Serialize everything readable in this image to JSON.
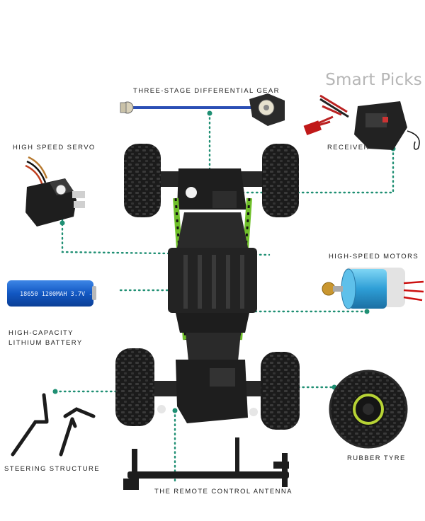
{
  "brand": "Smart Picks",
  "labels": {
    "diff_gear": "THREE-STAGE DIFFERENTIAL GEAR",
    "servo": "HIGH SPEED SERVO",
    "receiver": "RECEIVER",
    "motors": "HIGH-SPEED MOTORS",
    "battery_line1": "HIGH-CAPACITY",
    "battery_line2": "LITHIUM BATTERY",
    "steering": "STEERING STRUCTURE",
    "tyre": "RUBBER TYRE",
    "antenna": "THE REMOTE CONTROL ANTENNA",
    "battery_print": "18650 1200MAH 3.7V -"
  },
  "colors": {
    "leader_dots": "#1f8f73",
    "chassis_green": "#6fbf2a",
    "battery_blue": "#1a62c9",
    "motor_blue": "#35a8d8",
    "body_dark": "#1c1c1c"
  }
}
